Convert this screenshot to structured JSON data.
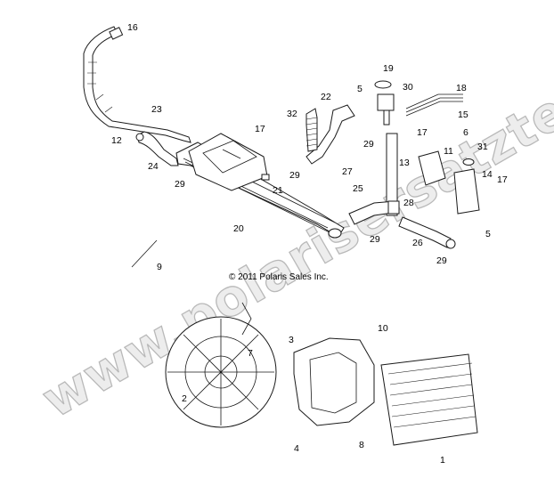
{
  "diagram": {
    "callouts": [
      "16",
      "23",
      "12",
      "24",
      "29",
      "17",
      "21",
      "20",
      "9",
      "22",
      "32",
      "29",
      "5",
      "19",
      "30",
      "18",
      "15",
      "29",
      "27",
      "13",
      "17",
      "11",
      "6",
      "31",
      "14",
      "17",
      "25",
      "28",
      "29",
      "26",
      "29",
      "5",
      "7",
      "3",
      "10",
      "2",
      "4",
      "8",
      "1"
    ],
    "copyright": "© 2011 Polaris Sales Inc.",
    "watermark": "www.polarisersatzteile.de"
  },
  "colors": {
    "line": "#1a1a1a",
    "watermark_fill": "#ebebeb",
    "watermark_stroke": "#b9b9b9"
  }
}
